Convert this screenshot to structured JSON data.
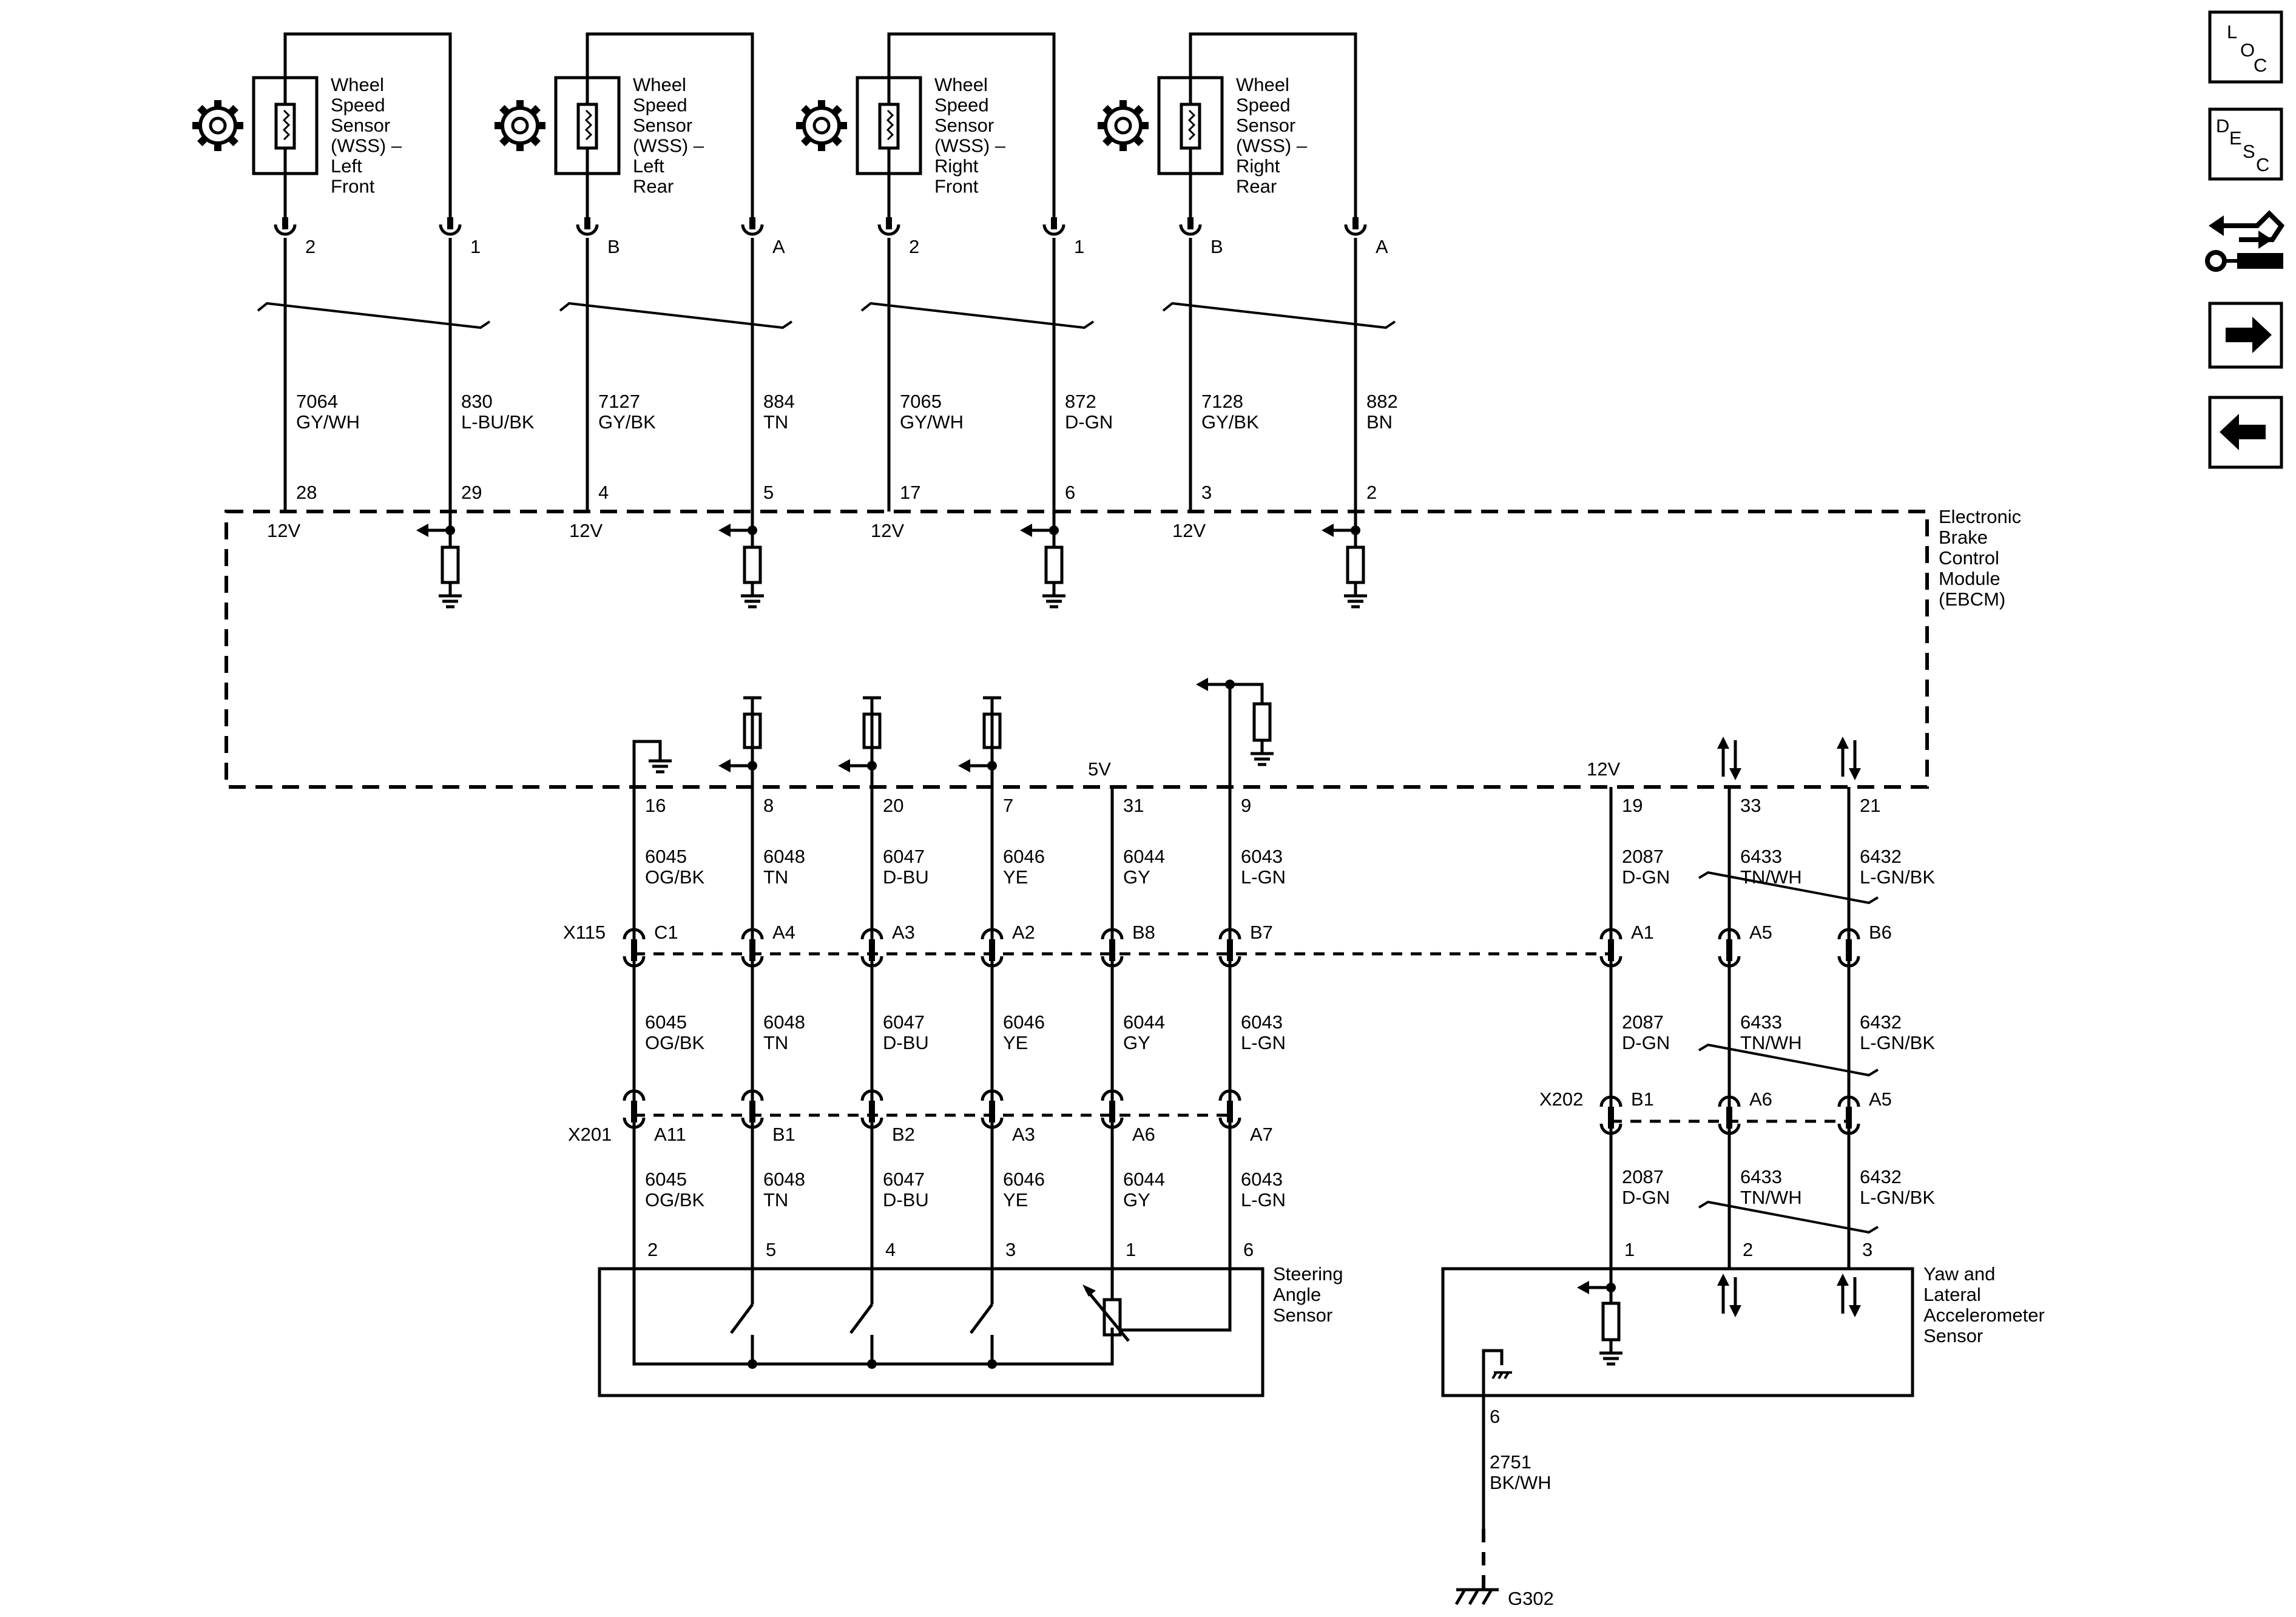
{
  "wss": [
    {
      "name": [
        "Wheel",
        "Speed",
        "Sensor",
        "(WSS) –",
        "Left",
        "Front"
      ],
      "pin_l": "2",
      "pin_r": "1",
      "wire_l": [
        "7064",
        "GY/WH"
      ],
      "wire_r": [
        "830",
        "L-BU/BK"
      ],
      "eb_l": "28",
      "eb_r": "29",
      "volt": "12V"
    },
    {
      "name": [
        "Wheel",
        "Speed",
        "Sensor",
        "(WSS) –",
        "Left",
        "Rear"
      ],
      "pin_l": "B",
      "pin_r": "A",
      "wire_l": [
        "7127",
        "GY/BK"
      ],
      "wire_r": [
        "884",
        "TN"
      ],
      "eb_l": "4",
      "eb_r": "5",
      "volt": "12V"
    },
    {
      "name": [
        "Wheel",
        "Speed",
        "Sensor",
        "(WSS) –",
        "Right",
        "Front"
      ],
      "pin_l": "2",
      "pin_r": "1",
      "wire_l": [
        "7065",
        "GY/WH"
      ],
      "wire_r": [
        "872",
        "D-GN"
      ],
      "eb_l": "17",
      "eb_r": "6",
      "volt": "12V"
    },
    {
      "name": [
        "Wheel",
        "Speed",
        "Sensor",
        "(WSS) –",
        "Right",
        "Rear"
      ],
      "pin_l": "B",
      "pin_r": "A",
      "wire_l": [
        "7128",
        "GY/BK"
      ],
      "wire_r": [
        "882",
        "BN"
      ],
      "eb_l": "3",
      "eb_r": "2",
      "volt": "12V"
    }
  ],
  "ebcm": {
    "label": [
      "Electronic",
      "Brake",
      "Control",
      "Module",
      "(EBCM)"
    ]
  },
  "steering_circuits": [
    {
      "ebcm_pin": "16",
      "wire": [
        "6045",
        "OG/BK"
      ],
      "x115": "C1",
      "x201": "A11",
      "sensor_pin": "2"
    },
    {
      "ebcm_pin": "8",
      "wire": [
        "6048",
        "TN"
      ],
      "x115": "A4",
      "x201": "B1",
      "sensor_pin": "5"
    },
    {
      "ebcm_pin": "20",
      "wire": [
        "6047",
        "D-BU"
      ],
      "x115": "A3",
      "x201": "B2",
      "sensor_pin": "4"
    },
    {
      "ebcm_pin": "7",
      "wire": [
        "6046",
        "YE"
      ],
      "x115": "A2",
      "x201": "A3",
      "sensor_pin": "3"
    },
    {
      "ebcm_pin": "31",
      "wire": [
        "6044",
        "GY"
      ],
      "x115": "B8",
      "x201": "A6",
      "sensor_pin": "1",
      "volt": "5V"
    },
    {
      "ebcm_pin": "9",
      "wire": [
        "6043",
        "L-GN"
      ],
      "x115": "B7",
      "x201": "A7",
      "sensor_pin": "6"
    }
  ],
  "yaw_circuits": [
    {
      "ebcm_pin": "19",
      "wire": [
        "2087",
        "D-GN"
      ],
      "x115": "A1",
      "x202": "B1",
      "sensor_pin": "1",
      "volt": "12V"
    },
    {
      "ebcm_pin": "33",
      "wire": [
        "6433",
        "TN/WH"
      ],
      "x115": "A5",
      "x202": "A6",
      "sensor_pin": "2"
    },
    {
      "ebcm_pin": "21",
      "wire": [
        "6432",
        "L-GN/BK"
      ],
      "x115": "B6",
      "x202": "A5",
      "sensor_pin": "3"
    }
  ],
  "connectors": {
    "x115": "X115",
    "x201": "X201",
    "x202": "X202"
  },
  "steering_sensor": {
    "label": [
      "Steering",
      "Angle",
      "Sensor"
    ]
  },
  "yaw_sensor": {
    "label": [
      "Yaw and",
      "Lateral",
      "Accelerometer",
      "Sensor"
    ],
    "ground_pin": "6"
  },
  "ground": {
    "wire": [
      "2751",
      "BK/WH"
    ],
    "name": "G302"
  },
  "nav": {
    "loc": [
      "L",
      "O",
      "C"
    ],
    "desc": [
      "D",
      "E",
      "S",
      "C"
    ],
    "icons": [
      "connector-wrench-icon",
      "arrow-right-icon",
      "arrow-left-icon"
    ]
  }
}
